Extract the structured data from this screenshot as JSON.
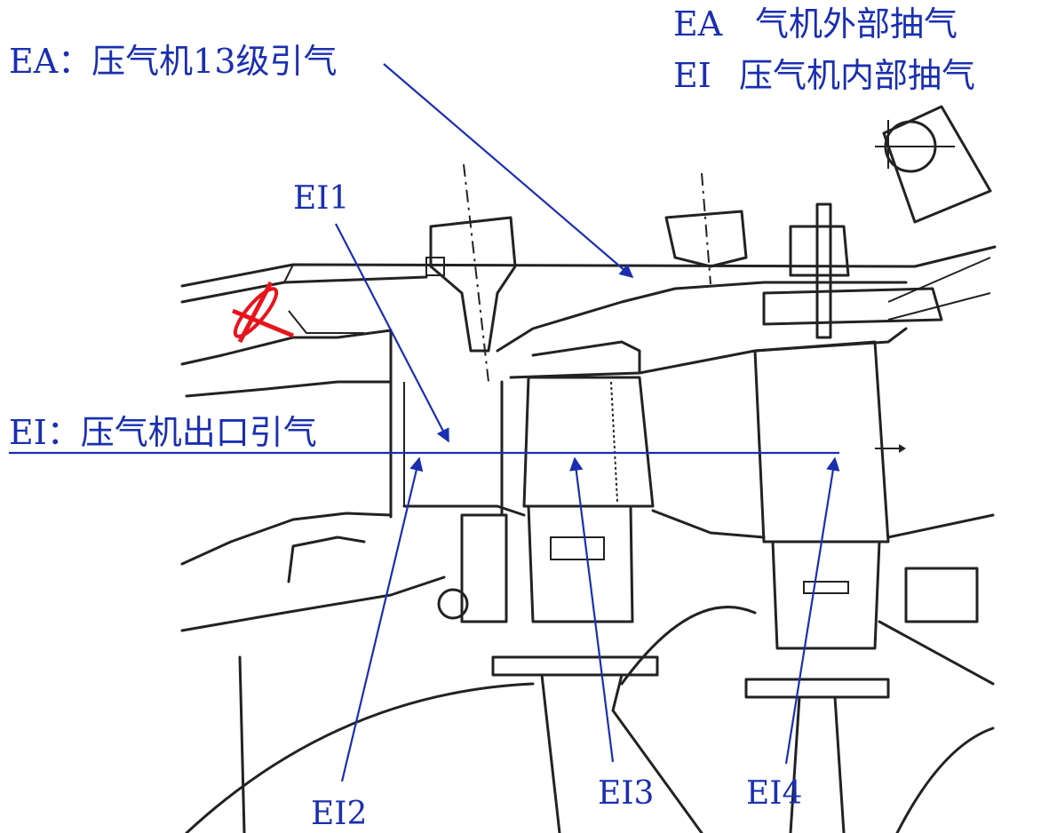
{
  "legend": {
    "ea": {
      "code": "EA",
      "text": "气机外部抽气"
    },
    "ei": {
      "code": "EI",
      "text": "压气机内部抽气"
    }
  },
  "labels": {
    "ea_stage13": "EA：压气机13级引气",
    "ei_outlet": "EI：压气机出口引气",
    "ei1": "EI1",
    "ei2": "EI2",
    "ei3": "EI3",
    "ei4": "EI4"
  },
  "colors": {
    "annotation": "#1a2fb0",
    "outline": "#222222",
    "highlight": "#e8141c"
  }
}
